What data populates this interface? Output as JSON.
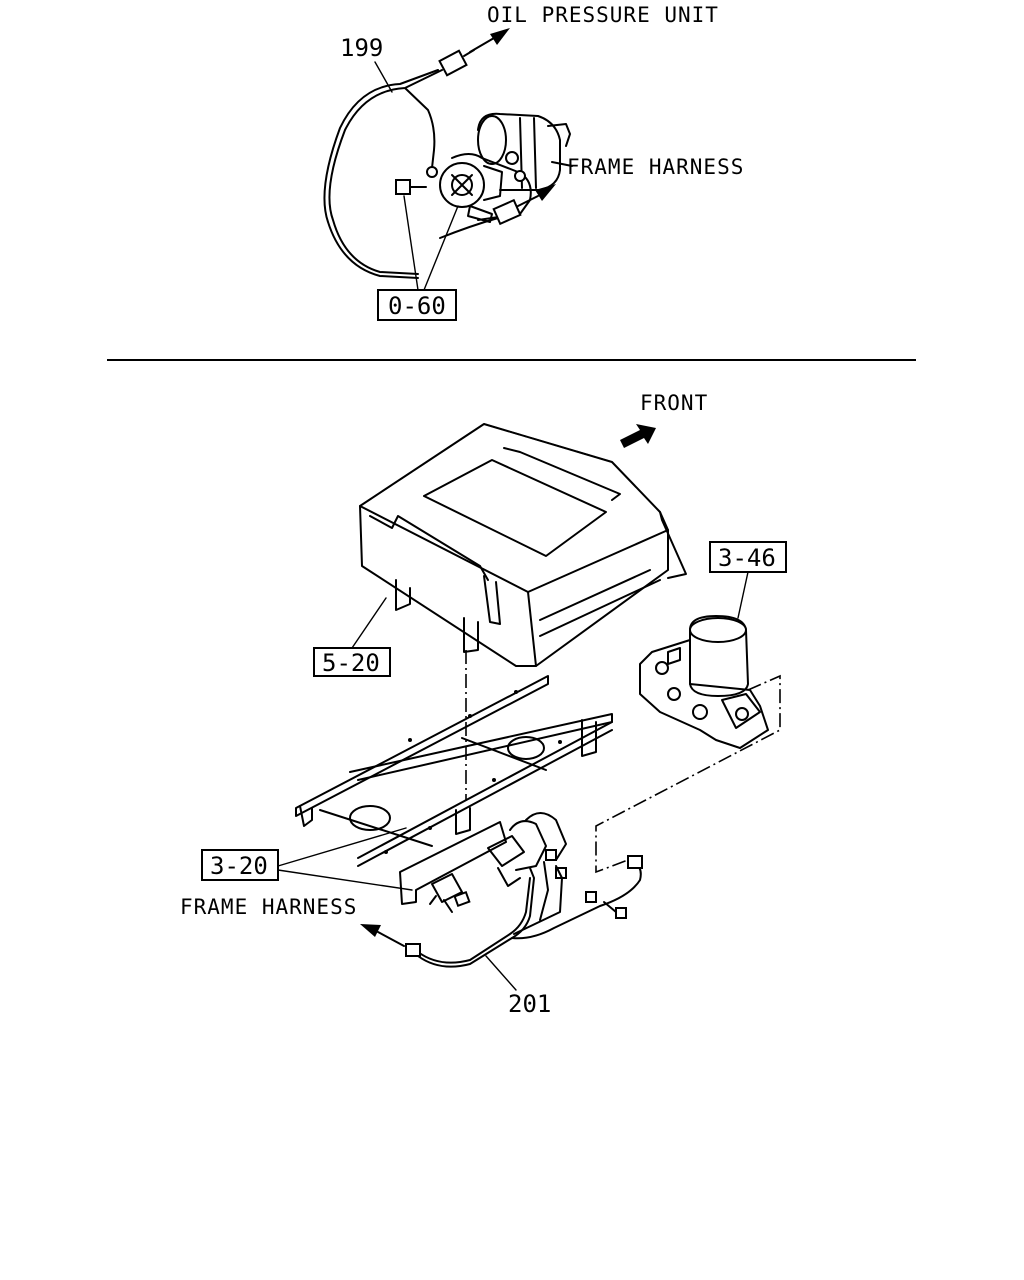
{
  "top_view": {
    "oil_pressure_label": "OIL PRESSURE UNIT",
    "frame_harness_label": "FRAME HARNESS",
    "part_199": "199",
    "ref_box": "0-60"
  },
  "bottom_view": {
    "front_label": "FRONT",
    "ref_box_3_46": "3-46",
    "ref_box_5_20": "5-20",
    "ref_box_3_20": "3-20",
    "frame_harness_label": "FRAME HARNESS",
    "part_201": "201"
  }
}
